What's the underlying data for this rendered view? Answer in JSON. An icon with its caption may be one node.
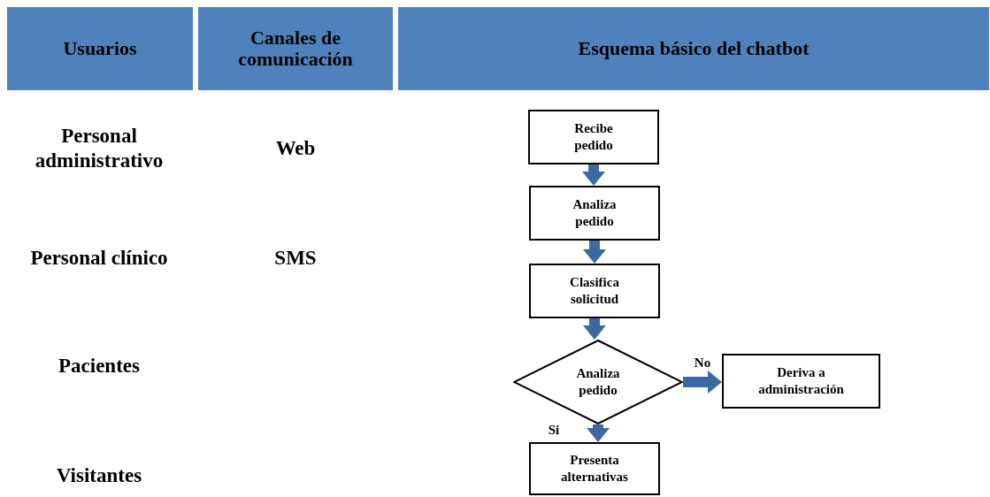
{
  "diagram": {
    "nodes": [
      {
        "text": [
          "Usuarios"
        ]
      },
      {
        "text": [
          "Canales de comunicación"
        ]
      },
      {
        "text": [
          "Esquema básico del chatbot"
        ]
      },
      {
        "text": [
          "Recibe pedido"
        ]
      },
      {
        "text": [
          "Analiza pedido"
        ]
      },
      {
        "text": [
          "Clasifica solicitud"
        ]
      },
      {
        "text": [
          "Analiza pedido"
        ]
      },
      {
        "text": [
          "Deriva a administración"
        ]
      },
      {
        "text": [
          "Presenta alternativas"
        ]
      }
    ],
    "edges": [
      {
        "from": 3,
        "to": 4,
        "arrow": "to"
      },
      {
        "from": 4,
        "to": 5,
        "arrow": "to"
      },
      {
        "from": 5,
        "to": 6,
        "arrow": "to"
      },
      {
        "from": 6,
        "to": 7,
        "arrow": "to",
        "label": "No"
      },
      {
        "from": 6,
        "to": 8,
        "arrow": "to",
        "label": "Si"
      }
    ],
    "labels": [
      "Personal administrativo",
      "Web",
      "Personal clínico",
      "SMS",
      "Pacientes",
      "Visitantes"
    ]
  }
}
